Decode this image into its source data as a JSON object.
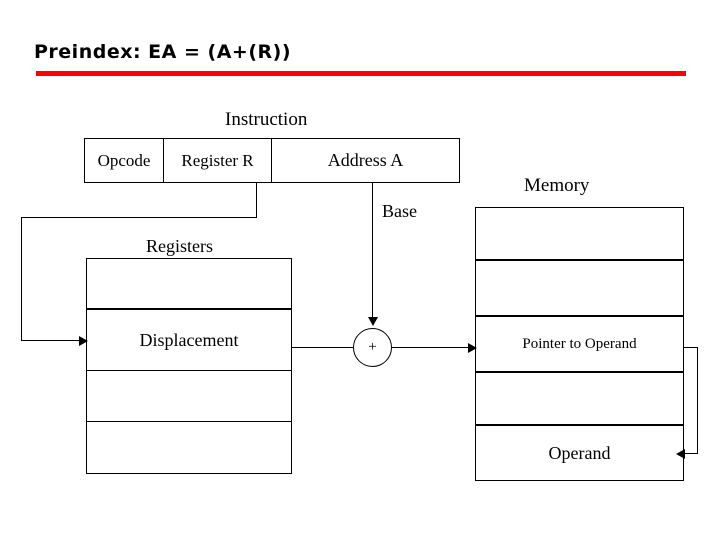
{
  "slide": {
    "title": "Preindex: EA = (A+(R))",
    "accent_color": "#ff0000"
  },
  "labels": {
    "instruction": "Instruction",
    "memory": "Memory",
    "registers": "Registers",
    "base": "Base",
    "plus": "+"
  },
  "instruction_fields": [
    {
      "name": "opcode",
      "text": "Opcode"
    },
    {
      "name": "register",
      "text": "Register R"
    },
    {
      "name": "address",
      "text": "Address A"
    }
  ],
  "registers_cells": [
    {
      "name": "registers-cell-1",
      "text": ""
    },
    {
      "name": "registers-cell-2",
      "text": "Displacement"
    },
    {
      "name": "registers-cell-3",
      "text": ""
    },
    {
      "name": "registers-cell-4",
      "text": ""
    }
  ],
  "memory_cells": [
    {
      "name": "memory-cell-1",
      "text": ""
    },
    {
      "name": "memory-cell-2",
      "text": ""
    },
    {
      "name": "memory-cell-3",
      "text": "Pointer to Operand"
    },
    {
      "name": "memory-cell-4",
      "text": ""
    },
    {
      "name": "memory-cell-5",
      "text": "Operand"
    }
  ]
}
